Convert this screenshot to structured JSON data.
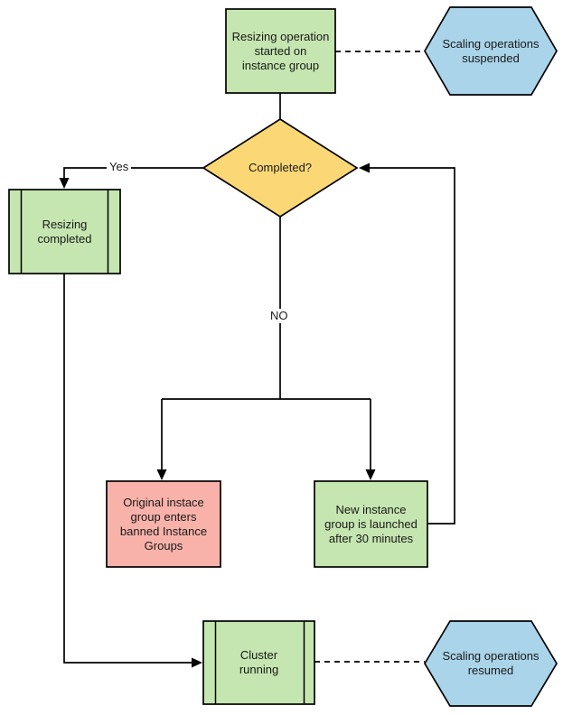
{
  "colors": {
    "node-green": "#c5e6b0",
    "node-blue": "#aad4e9",
    "node-yellow": "#fbd875",
    "node-red": "#f8b2aa",
    "stroke": "#000000",
    "text": "#191919"
  },
  "nodes": {
    "start": {
      "label": "Resizing operation\nstarted on\ninstance group",
      "shape": "rectangle",
      "color": "green"
    },
    "scaling_suspended": {
      "label": "Scaling operations\nsuspended",
      "shape": "hexagon",
      "color": "blue"
    },
    "completed": {
      "label": "Completed?",
      "shape": "diamond",
      "color": "yellow"
    },
    "resizing_completed": {
      "label": "Resizing\ncompleted",
      "shape": "predefined-process",
      "color": "green"
    },
    "banned_group": {
      "label": "Original instace\ngroup enters\nbanned Instance\nGroups",
      "shape": "rectangle",
      "color": "red"
    },
    "new_group": {
      "label": "New instance\ngroup is launched\nafter 30 minutes",
      "shape": "rectangle",
      "color": "green"
    },
    "cluster_running": {
      "label": "Cluster\nrunning",
      "shape": "predefined-process",
      "color": "green"
    },
    "scaling_resumed": {
      "label": "Scaling operations\nresumed",
      "shape": "hexagon",
      "color": "blue"
    }
  },
  "edge_labels": {
    "yes": "Yes",
    "no": "NO"
  }
}
